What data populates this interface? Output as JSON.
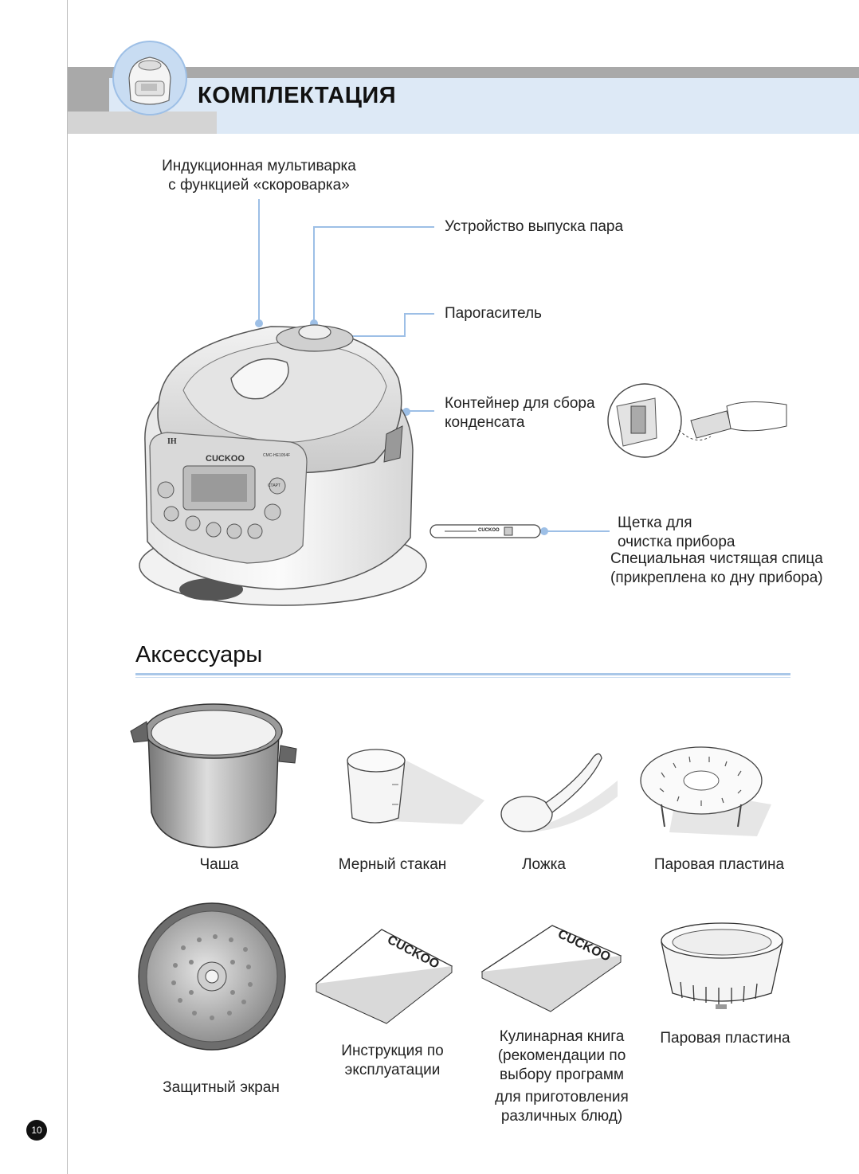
{
  "header": {
    "title": "КОМПЛЕКТАЦИЯ"
  },
  "product": {
    "main_label_line1": "Индукционная мультиварка",
    "main_label_line2": "с функцией «скороварка»",
    "steam_release": "Устройство выпуска пара",
    "steam_damper": "Парогаситель",
    "condensate_line1": "Контейнер для сбора",
    "condensate_line2": "конденсата",
    "brush_line1": "Щетка для",
    "brush_line2": "очистка прибора",
    "spoke_line1": "Специальная чистящая спица",
    "spoke_line2": "(прикреплена ко дну прибора)",
    "brand": "CUCKOO",
    "panel_label_ih": "IH",
    "panel_label_start": "СТАРТ",
    "model": "CMC-HE1054F"
  },
  "accessories": {
    "section_title": "Аксессуары",
    "bowl": "Чаша",
    "cup": "Мерный стакан",
    "spoon": "Ложка",
    "steam_plate1": "Паровая пластина",
    "shield": "Защитный экран",
    "manual_line1": "Инструкция по",
    "manual_line2": "эксплуатации",
    "cookbook_line1": "Кулинарная книга",
    "cookbook_line2": "(рекомендации по",
    "cookbook_line3": "выбору программ",
    "cookbook_line4": "для приготовления",
    "cookbook_line5": "различных блюд)",
    "steam_plate2": "Паровая пластина",
    "book_brand": "CUCKOO"
  },
  "page": {
    "number": "10"
  },
  "colors": {
    "accent_blue": "#9dbfe6",
    "header_blue": "#dde9f6",
    "header_gray": "#a9a9a9"
  }
}
